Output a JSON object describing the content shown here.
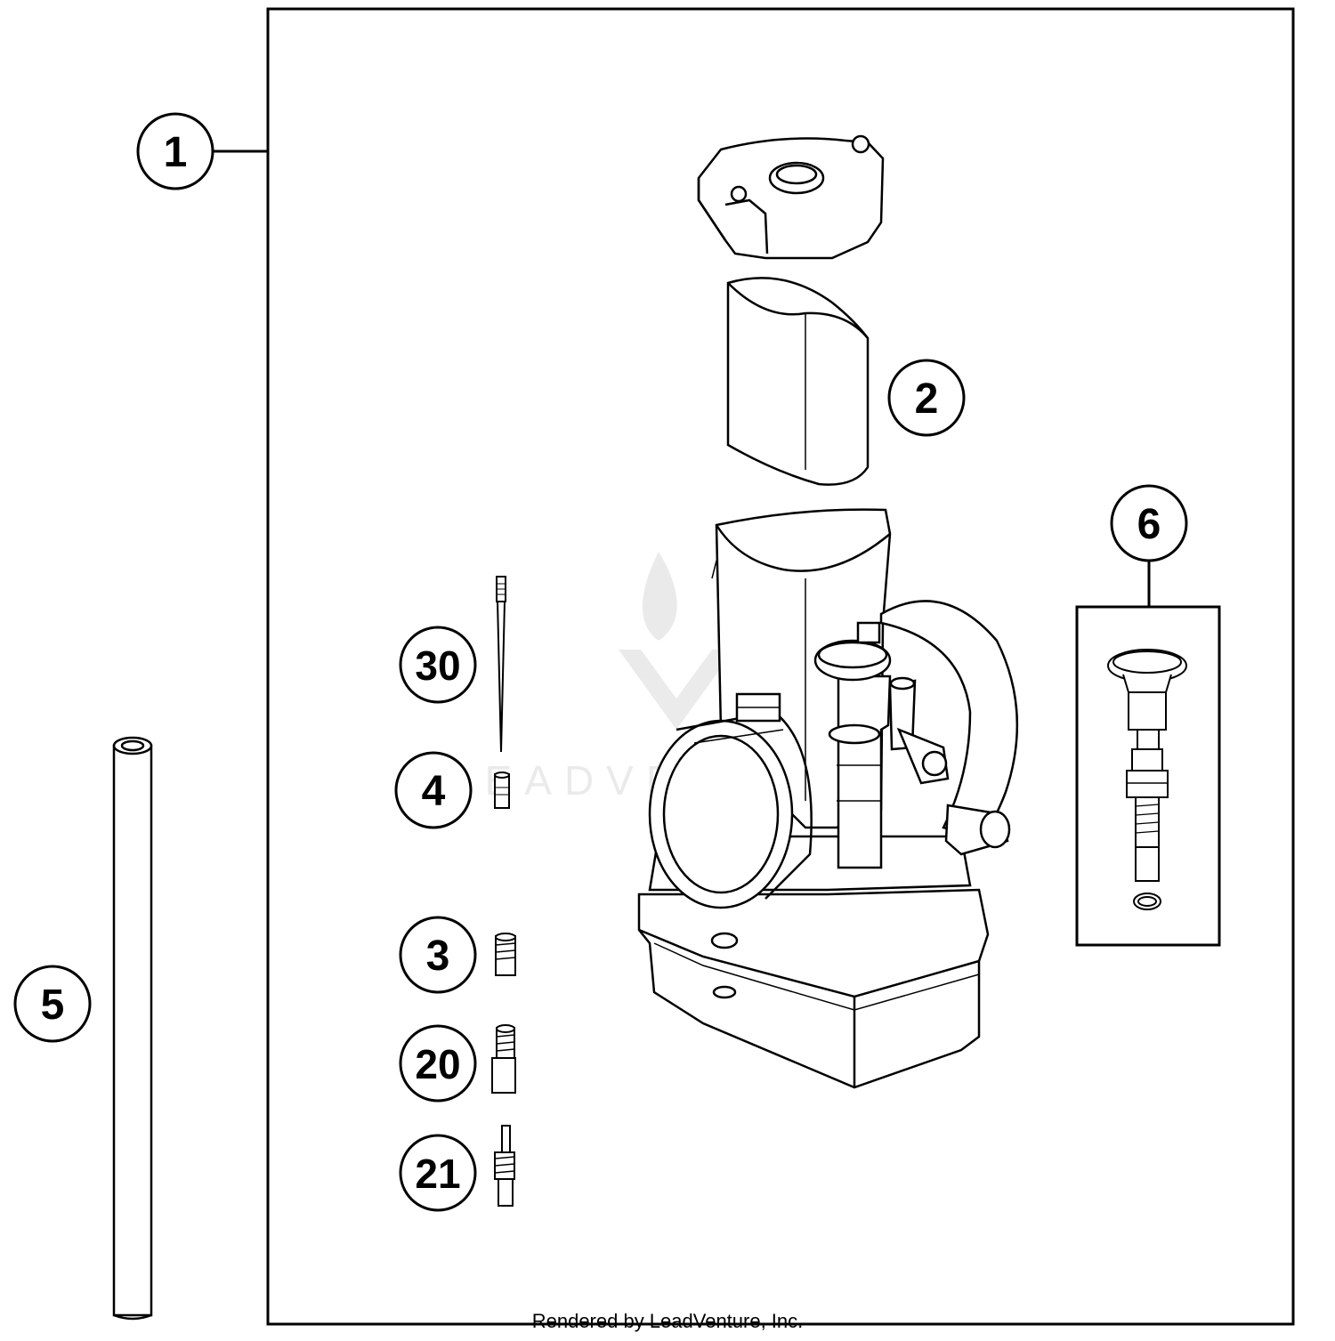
{
  "callouts": [
    {
      "id": "c1",
      "label": "1"
    },
    {
      "id": "c2",
      "label": "2"
    },
    {
      "id": "c3",
      "label": "3"
    },
    {
      "id": "c4",
      "label": "4"
    },
    {
      "id": "c5",
      "label": "5"
    },
    {
      "id": "c6",
      "label": "6"
    },
    {
      "id": "c20",
      "label": "20"
    },
    {
      "id": "c21",
      "label": "21"
    },
    {
      "id": "c30",
      "label": "30"
    }
  ],
  "watermark": "LEADVENTURE",
  "footer": "Rendered by LeadVenture, Inc."
}
